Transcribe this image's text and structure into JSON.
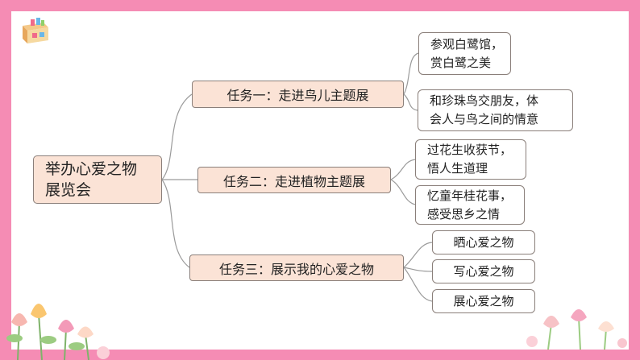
{
  "colors": {
    "frame": "#f58cb4",
    "node_fill": "#fbe3d6",
    "node_border": "#8a7f7a",
    "connector": "#9a9a9a"
  },
  "root": {
    "label": "举办心爱之物\n展览会"
  },
  "tasks": [
    {
      "label": "任务一：走进鸟儿主题展",
      "items": [
        "参观白鹭馆，\n赏白鹭之美",
        "和珍珠鸟交朋友，体\n会人与鸟之间的情意"
      ]
    },
    {
      "label": "任务二：走进植物主题展",
      "items": [
        "过花生收获节，\n悟人生道理",
        "忆童年桂花事，\n感受思乡之情"
      ]
    },
    {
      "label": "任务三：展示我的心爱之物",
      "items": [
        "晒心爱之物",
        "写心爱之物",
        "展心爱之物"
      ]
    }
  ],
  "decorations": [
    "gift-box-icon",
    "tulip-flowers"
  ]
}
